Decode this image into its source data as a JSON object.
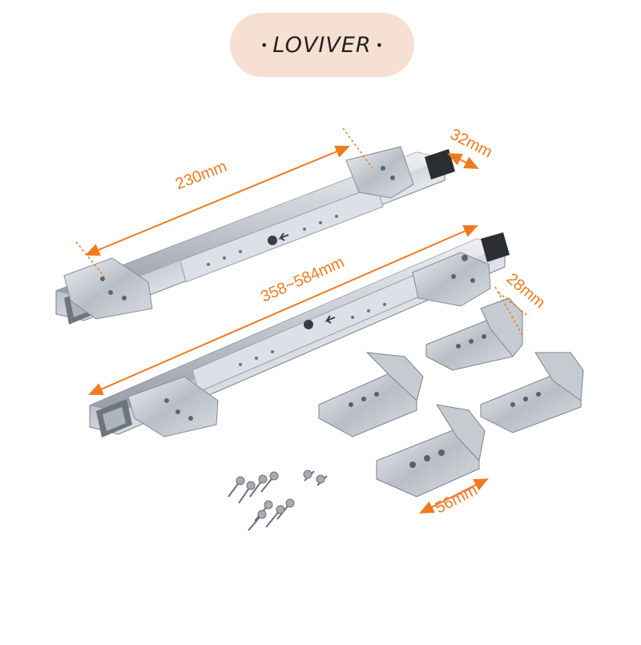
{
  "brand": {
    "name": "LOVIVER"
  },
  "colors": {
    "accent": "#f07a1e",
    "logo_bg": "#f6e0d2",
    "steel": "#c9ccd2"
  },
  "dimensions": {
    "short_rail": "230mm",
    "rail_width": "32mm",
    "rail_range": "358~584mm",
    "bracket_depth": "28mm",
    "bracket_width": "56mm"
  }
}
